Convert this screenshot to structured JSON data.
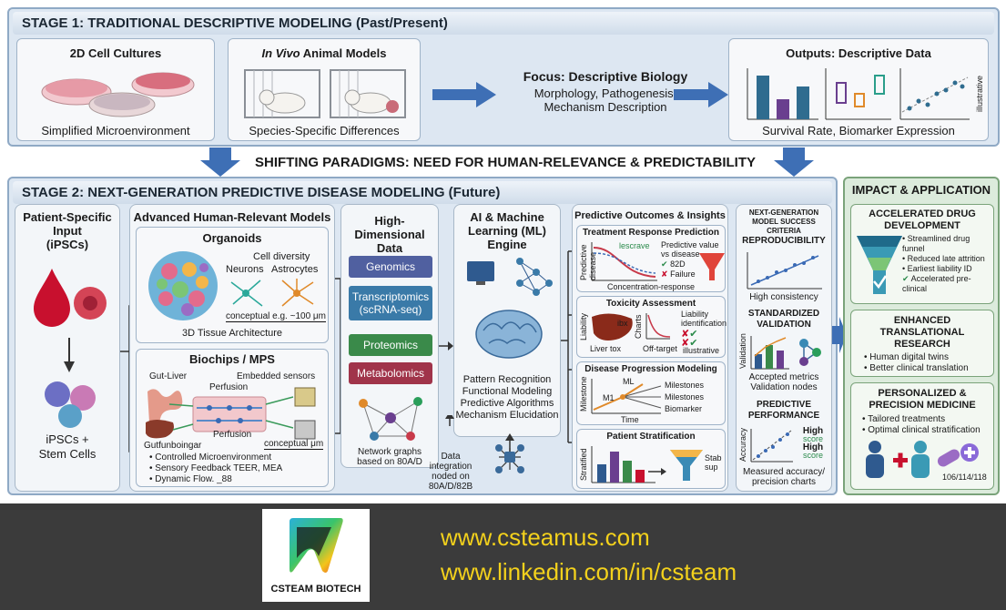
{
  "stage1": {
    "title": "STAGE 1: TRADITIONAL DESCRIPTIVE MODELING (Past/Present)",
    "cell_cultures": {
      "title": "2D Cell Cultures",
      "caption": "Simplified Microenvironment"
    },
    "animal_models": {
      "title_italic": "In Vivo",
      "title_rest": " Animal Models",
      "caption": "Species-Specific Differences"
    },
    "focus": {
      "title": "Focus: Descriptive Biology",
      "line1": "Morphology, Pathogenesis,",
      "line2": "Mechanism Description"
    },
    "outputs": {
      "title": "Outputs: Descriptive Data",
      "caption": "Survival Rate, Biomarker Expression",
      "side_text": "illustrative"
    }
  },
  "shift": {
    "label": "SHIFTING PARADIGMS: NEED FOR HUMAN-RELEVANCE & PREDICTABILITY"
  },
  "stage2": {
    "title": "STAGE 2: NEXT-GENERATION PREDICTIVE DISEASE MODELING (Future)",
    "patient_input": {
      "title_line1": "Patient-Specific",
      "title_line2": "Input",
      "title_line3": "(iPSCs)",
      "caption_line1": "iPSCs +",
      "caption_line2": "Stem Cells"
    },
    "advanced_models": {
      "title": "Advanced Human-Relevant Models"
    },
    "organoids": {
      "title": "Organoids",
      "label1": "Cell diversity",
      "label2": "Neurons",
      "label3": "Astrocytes",
      "scale": "conceptual e.g. ~100 μm",
      "caption": "3D Tissue Architecture"
    },
    "biochips": {
      "title": "Biochips / MPS",
      "label_gut_liver": "Gut-Liver",
      "label_perfusion_top": "Perfusion",
      "label_sensors": "Embedded sensors",
      "label_gutfun": "Gutfunboingar",
      "label_perfusion_bottom": "Perfusion",
      "label_scale": "conceptual μm",
      "bullets": [
        "Controlled Microenvironment",
        "Sensory Feedback TEER, MEA",
        "Dynamic Flow. _88"
      ]
    },
    "high_dim": {
      "title_line1": "High-Dimensional",
      "title_line2": "Data",
      "omics": [
        "Genomics",
        "Transcriptomics (scRNA-seq)",
        "Proteomics",
        "Metabolomics"
      ],
      "network_caption_line1": "Network graphs",
      "network_caption_line2": "based on 80A/D"
    },
    "integration": {
      "line1": "Data",
      "line2": "integration",
      "line3": "noded on",
      "line4": "80A/D/82B"
    },
    "ml_engine": {
      "title_line1": "AI & Machine",
      "title_line2": "Learning (ML)",
      "title_line3": "Engine",
      "items": [
        "Pattern Recognition",
        "Functional Modeling",
        "Predictive Algorithms",
        "Mechanism Elucidation"
      ]
    },
    "predictive": {
      "title": "Predictive Outcomes & Insights",
      "treatment": {
        "title": "Treatment Response Prediction",
        "y_label": "Predictive disease",
        "curve_label": "lescrave",
        "note_line1": "Predictive value",
        "note_line2": "vs disease",
        "check1": "82D",
        "cross1": "Failure",
        "x_label": "Concentration-response"
      },
      "toxicity": {
        "title": "Toxicity Assessment",
        "y_label": "Liability",
        "side_label": "Charts",
        "ibx": "ibx",
        "note_line1": "Liability",
        "note_line2": "identification",
        "caption1": "Liver tox",
        "caption2": "Off-target",
        "caption3": "illustrative"
      },
      "progression": {
        "title": "Disease Progression Modeling",
        "y_label": "Milestone",
        "m1": "M1",
        "ml": "ML",
        "milestones1": "Milestones",
        "milestones2": "Milestones",
        "biomarker": "Biomarker",
        "x_label": "Time"
      },
      "stratification": {
        "title": "Patient Stratification",
        "y_label": "Stratified",
        "funnel_label_line1": "Stab",
        "funnel_label_line2": "sup"
      }
    },
    "criteria": {
      "title_line1": "NEXT-GENERATION",
      "title_line2": "MODEL SUCCESS CRITERIA",
      "reproducibility": {
        "title": "REPRODUCIBILITY",
        "caption": "High consistency"
      },
      "validation": {
        "title_line1": "STANDARDIZED",
        "title_line2": "VALIDATION",
        "y_label": "Validation",
        "caption_line1": "Accepted metrics",
        "caption_line2": "Validation nodes"
      },
      "performance": {
        "title_line1": "PREDICTIVE",
        "title_line2": "PERFORMANCE",
        "y_label": "Accuracy",
        "high1": "High",
        "score1": "score",
        "high2": "High",
        "score2": "score",
        "caption_line1": "Measured accuracy/",
        "caption_line2": "precision charts"
      }
    }
  },
  "impact": {
    "title": "IMPACT & APPLICATION",
    "drug_dev": {
      "title_line1": "ACCELERATED DRUG",
      "title_line2": "DEVELOPMENT",
      "bullets": [
        "Streamlined drug funnel",
        "Reduced late attrition",
        "Earliest liability ID",
        "Accelerated pre-clinical"
      ]
    },
    "translational": {
      "title_line1": "ENHANCED",
      "title_line2": "TRANSLATIONAL",
      "title_line3": "RESEARCH",
      "bullets": [
        "Human digital twins",
        "Better clinical translation"
      ]
    },
    "precision": {
      "title_line1": "PERSONALIZED &",
      "title_line2": "PRECISION MEDICINE",
      "bullets": [
        "Tailored treatments",
        "Optimal clinical stratification"
      ],
      "code": "106/114/118"
    }
  },
  "footer": {
    "logo_text": "CSTEAM BIOTECH",
    "link1": "www.csteamus.com",
    "link2": "www.linkedin.com/in/csteam"
  },
  "colors": {
    "stage_bg": "#dde7f2",
    "impact_bg": "#dcebdc",
    "omic_bg": "#5060a0",
    "link": "#f3d11c",
    "footer_bg": "#3b3b3b"
  }
}
